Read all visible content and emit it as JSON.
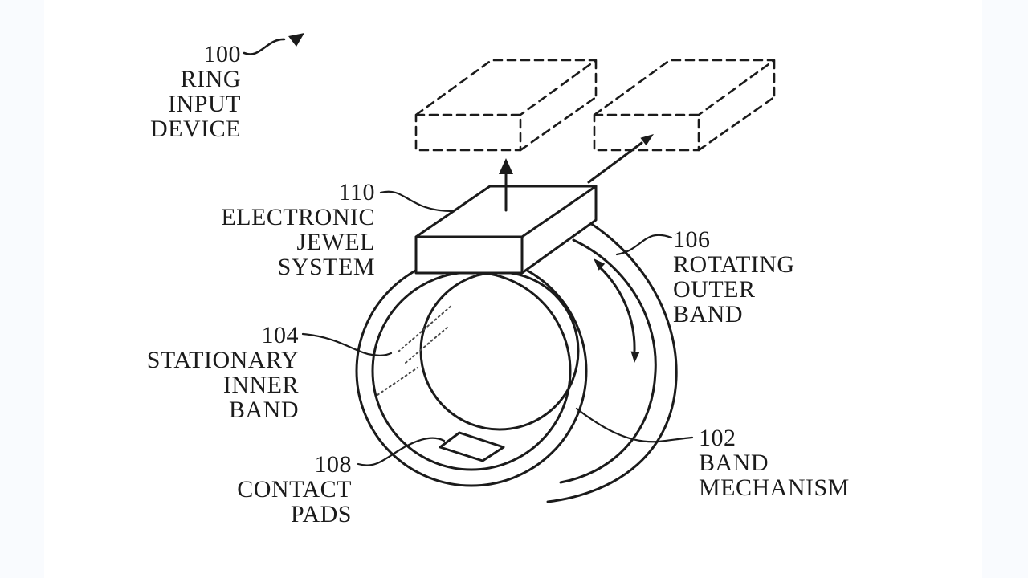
{
  "figure": {
    "kind": "patent-line-drawing",
    "subject": "ring input device"
  },
  "colors": {
    "ink": "#1b1b1b",
    "hatch": "#4a4a4a",
    "background": "#ffffff",
    "edge_strip": "#f9fbfe"
  },
  "labels": {
    "ring_input_device": {
      "ref": "100",
      "lines": [
        "RING",
        "INPUT",
        "DEVICE"
      ]
    },
    "electronic_jewel_system": {
      "ref": "110",
      "lines": [
        "ELECTRONIC",
        "JEWEL",
        "SYSTEM"
      ]
    },
    "rotating_outer_band": {
      "ref": "106",
      "lines": [
        "ROTATING",
        "OUTER",
        "BAND"
      ]
    },
    "stationary_inner_band": {
      "ref": "104",
      "lines": [
        "STATIONARY",
        "INNER",
        "BAND"
      ]
    },
    "contact_pads": {
      "ref": "108",
      "lines": [
        "CONTACT",
        "PADS"
      ]
    },
    "band_mechanism": {
      "ref": "102",
      "lines": [
        "BAND",
        "MECHANISM"
      ]
    }
  }
}
